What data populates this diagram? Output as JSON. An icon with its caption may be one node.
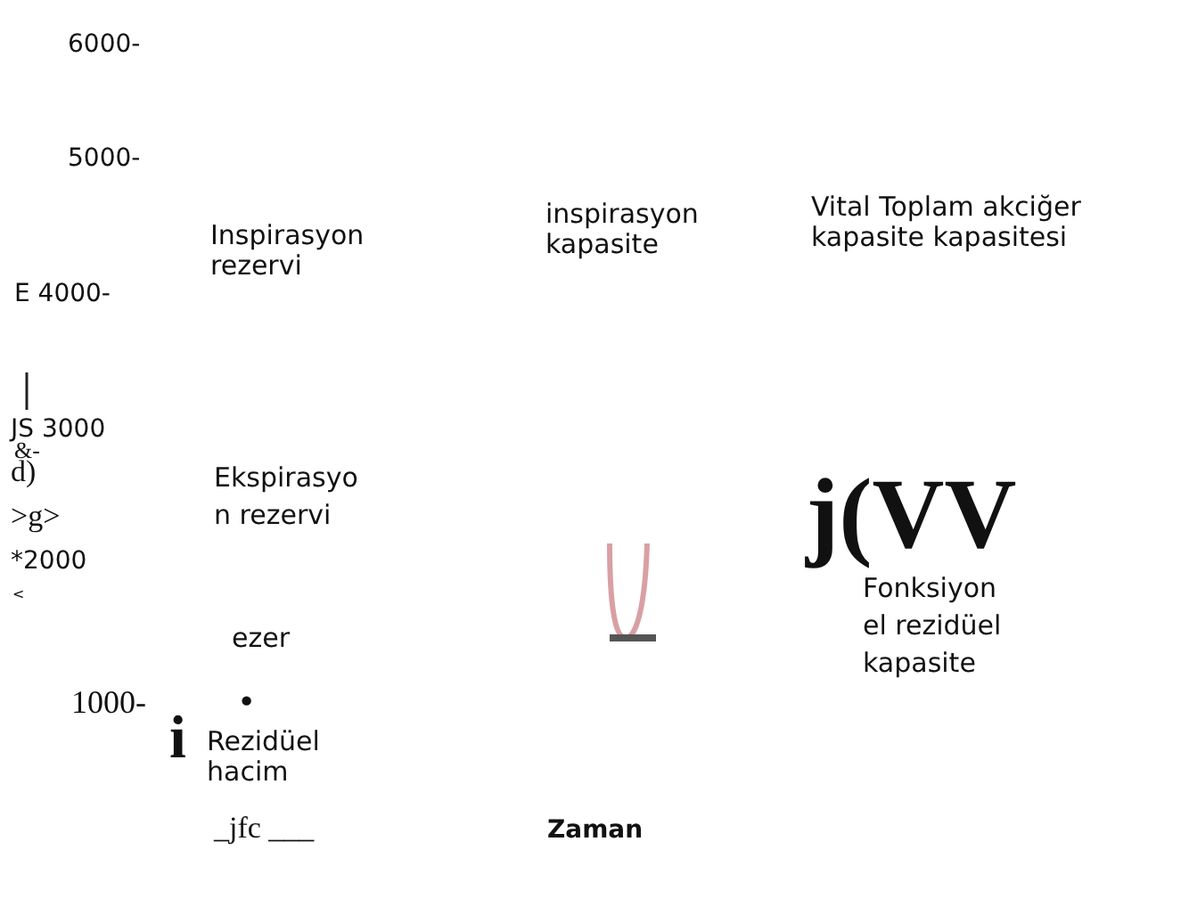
{
  "diagram": {
    "labels": [
      "6000-",
      "5000-",
      "Inspirasyon rezervi",
      "inspirasyon kapasite",
      "Vital Toplam akciğer kapasite kapasitesi",
      "E 4000-",
      "JS 3000",
      "&-",
      "d)",
      ">g>",
      "*2000",
      "<",
      "Ekspirasyon rezervi",
      "j(VV",
      "ezer",
      "•",
      "1000-",
      "Fonksiyonel rezidüel kapasite",
      "Rezidüel hacim",
      "i",
      "_jfc ___",
      "Zaman"
    ]
  }
}
